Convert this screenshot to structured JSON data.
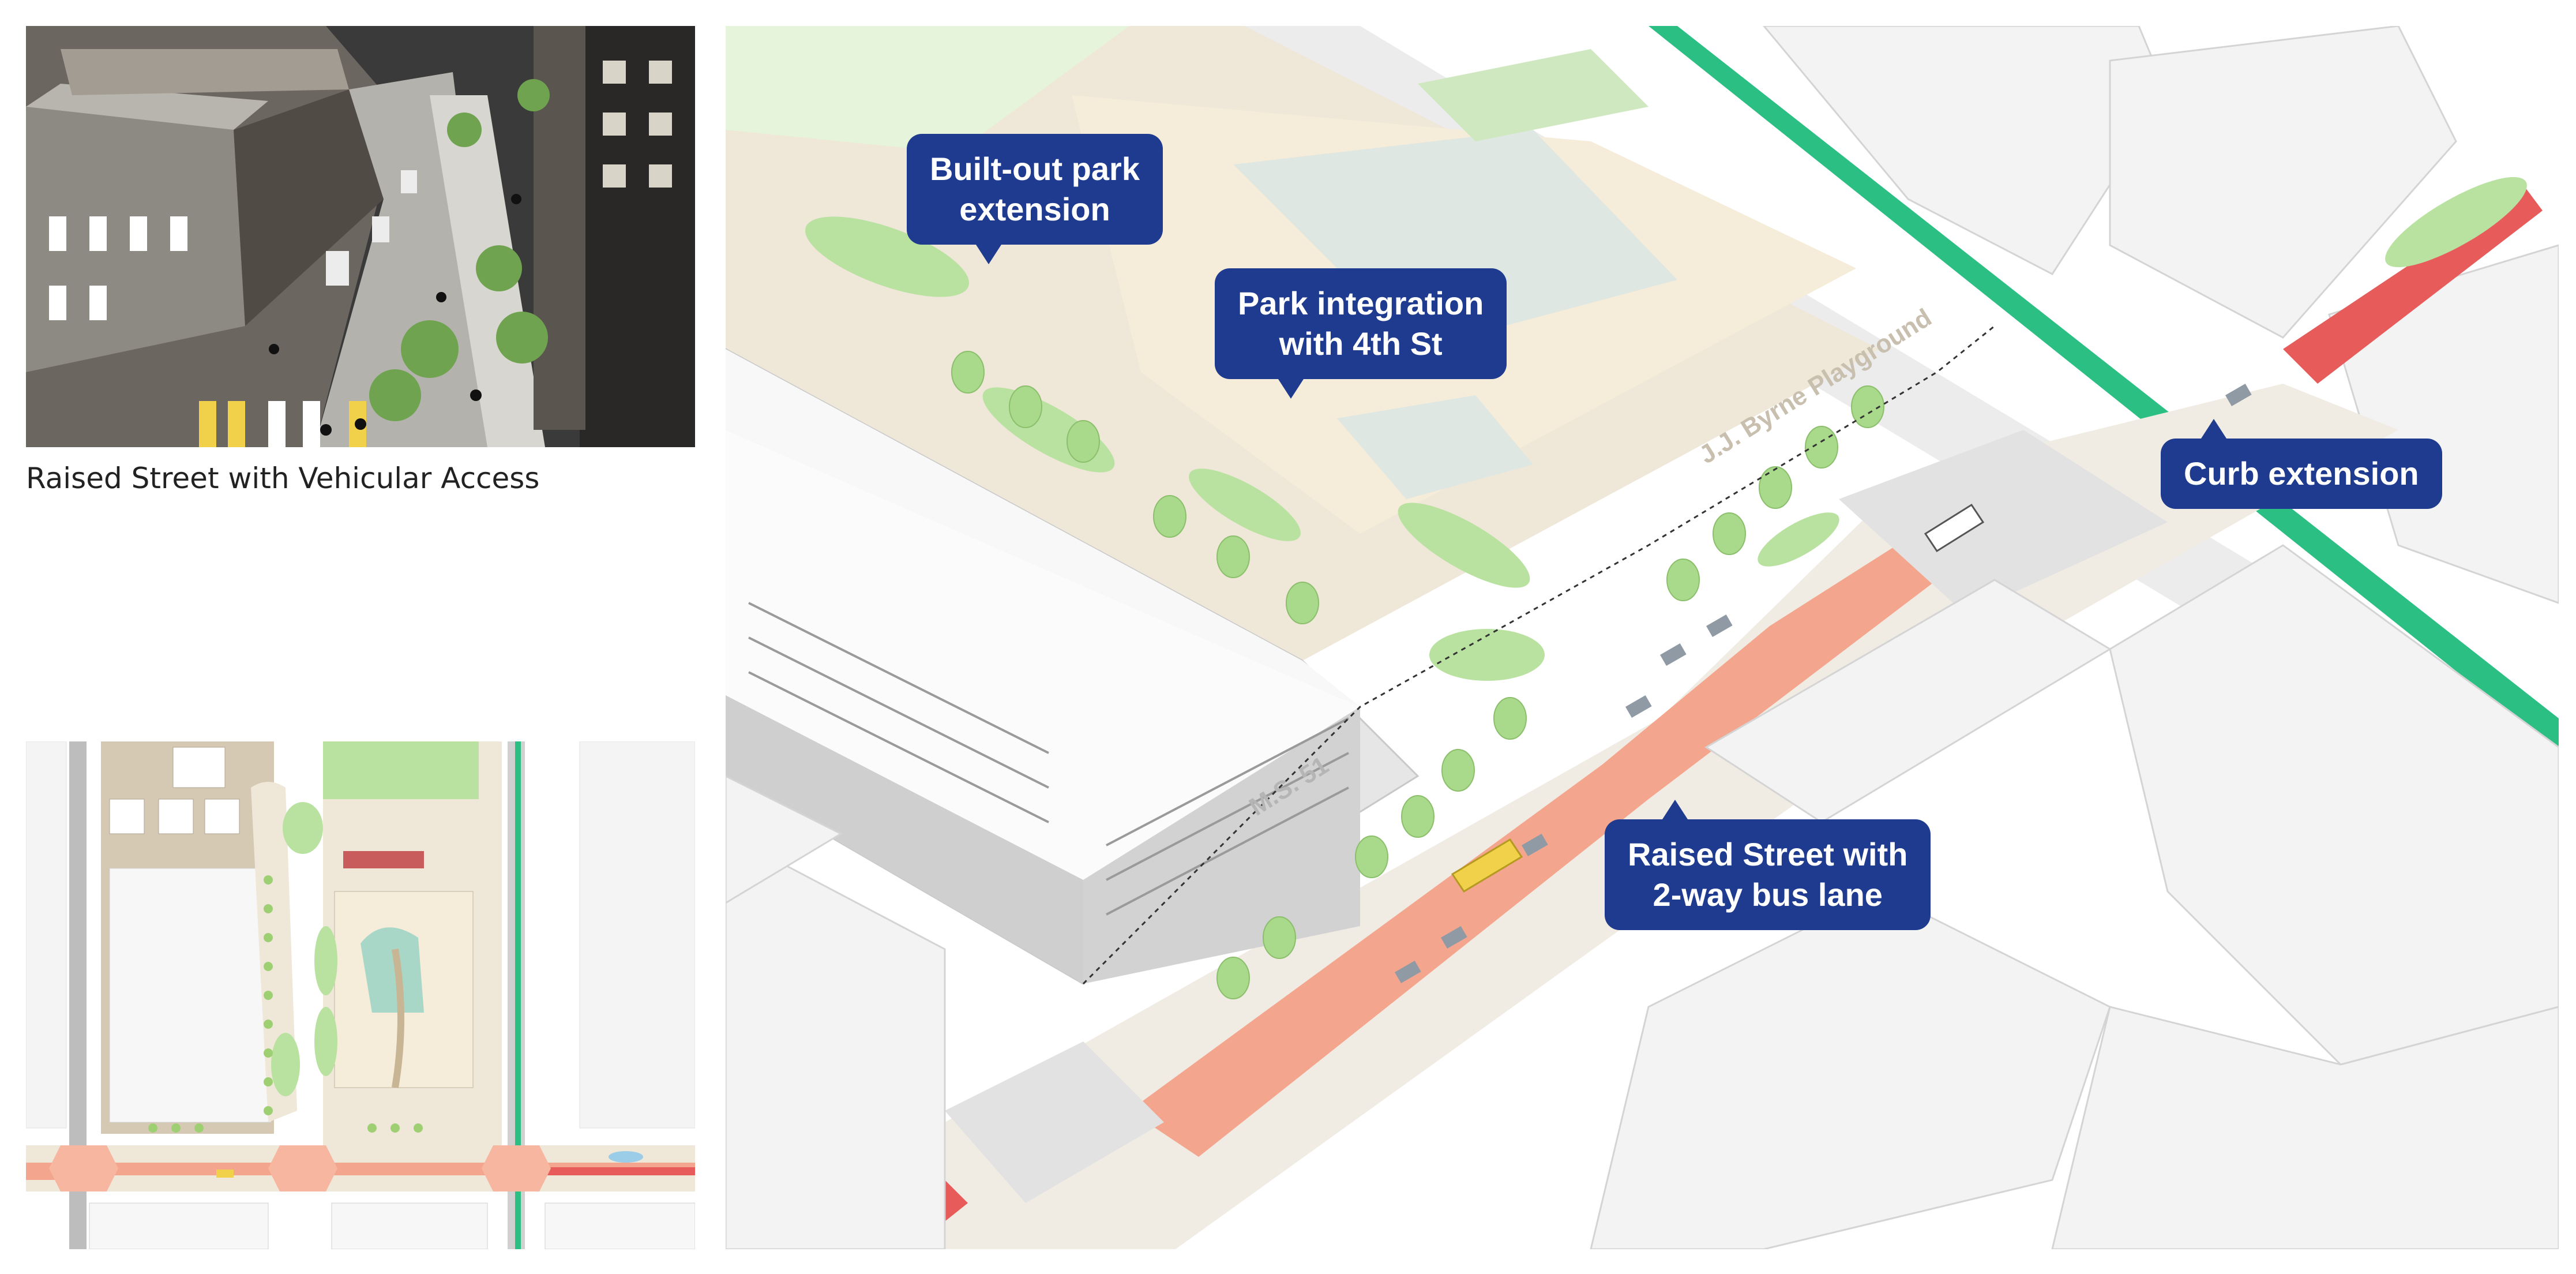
{
  "photo": {
    "caption": "Raised Street with Vehicular Access"
  },
  "callouts": {
    "park_extension": "Built-out park\nextension",
    "park_integration": "Park integration\nwith 4th St",
    "curb_extension": "Curb extension",
    "raised_street": "Raised Street with\n2-way bus lane"
  },
  "map_labels": {
    "playground": "J.J. Byrne Playground",
    "school": "M.S. 51"
  },
  "colors": {
    "callout_bg": "#1f3b8f",
    "bus_lane": "#f4a58e",
    "red_lane": "#e85b5b",
    "bike_lane": "#2bbf84",
    "park_green": "#b9e2a1",
    "plaza": "#efe7d8"
  }
}
